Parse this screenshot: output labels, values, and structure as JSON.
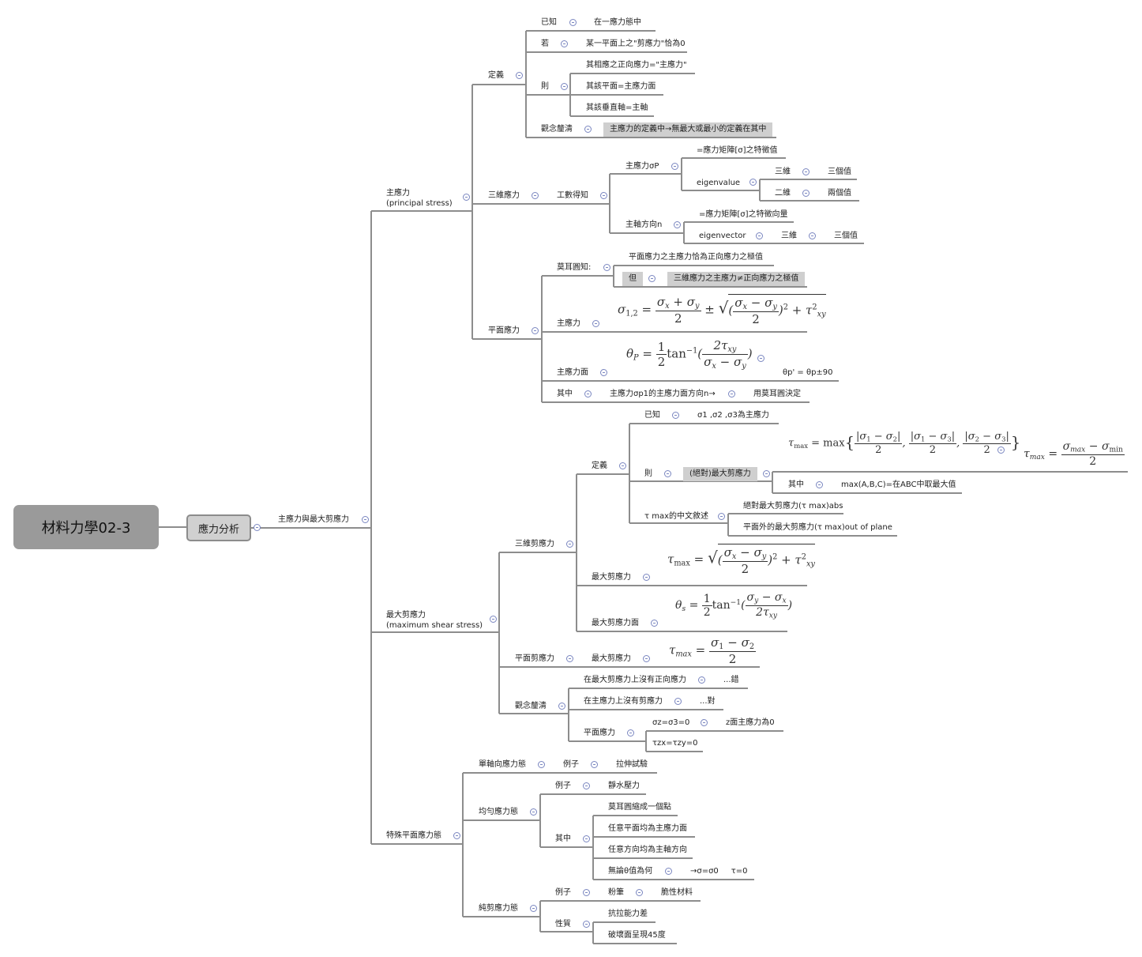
{
  "root": "材料力學02-3",
  "main": "應力分析",
  "b1": "主應力與最大剪應力",
  "ps": {
    "title1": "主應力",
    "title2": "(principal stress)",
    "def": {
      "label": "定義",
      "known": "已知",
      "known_v": "在一應力態中",
      "if": "若",
      "if_v": "某一平面上之\"剪應力\"恰為0",
      "then": "則",
      "then1": "其相應之正向應力=\"主應力\"",
      "then2": "其該平面=主應力面",
      "then3": "其該垂直軸=主軸",
      "clarify": "觀念釐清",
      "clarify_v": "主應力的定義中→無最大或最小的定義在其中"
    },
    "d3": {
      "label": "三維應力",
      "lin": "工數得知",
      "sp": "主應力σP",
      "sp1": "=應力矩陣[σ]之特徵值",
      "ev": "eigenvalue",
      "three": "三維",
      "three_v": "三個值",
      "two": "二維",
      "two_v": "兩個值",
      "axis": "主軸方向n",
      "axis1": "=應力矩陣[σ]之特徵向量",
      "evec": "eigenvector",
      "evec_3": "三維",
      "evec_3v": "三個值"
    },
    "plane": {
      "label": "平面應力",
      "mohr": "莫耳圓知:",
      "mohr1": "平面應力之主應力恰為正向應力之極值",
      "but": "但",
      "but_v": "三維應力之主應力≠正向應力之極值",
      "ps": "主應力",
      "pp": "主應力面",
      "pp_note": "θp' = θp±90",
      "other": "其中",
      "other_v": "主應力σp1的主應力面方向n→",
      "other_w": "用莫耳圓決定"
    }
  },
  "ms": {
    "title1": "最大剪應力",
    "title2": "(maximum shear stress)",
    "d3": {
      "label": "三維剪應力",
      "def": "定義",
      "known": "已知",
      "known_v": "σ1 ,σ2 ,σ3為主應力",
      "then": "則",
      "then_v": "(絕對)最大剪應力",
      "among": "其中",
      "among_v": "max(A,B,C)=在ABC中取最大值",
      "desc": "τ max的中文敘述",
      "desc1": "絕對最大剪應力(τ max)abs",
      "desc2": "平面外的最大剪應力(τ max)out of plane",
      "maxs": "最大剪應力",
      "maxp": "最大剪應力面"
    },
    "pl": {
      "label": "平面剪應力",
      "maxs": "最大剪應力"
    },
    "cl": {
      "label": "觀念釐清",
      "c1": "在最大剪應力上沒有正向應力",
      "c1v": "...錯",
      "c2": "在主應力上沒有剪應力",
      "c2v": "...對",
      "c3": "平面應力",
      "c3a": "σz=σ3=0",
      "c3av": "z面主應力為0",
      "c3b": "τzx=τzy=0"
    }
  },
  "sp": {
    "title": "特殊平面應力態",
    "uni": {
      "label": "單軸向應力態",
      "ex": "例子",
      "ex_v": "拉伸試驗"
    },
    "hyd": {
      "label": "均勻應力態",
      "ex": "例子",
      "ex_v": "靜水壓力",
      "among": "其中",
      "a1": "莫耳圓縮成一個點",
      "a2": "任意平面均為主應力面",
      "a3": "任意方向均為主軸方向",
      "a4": "無論θ值為何",
      "a4v": "→σ=σ0     τ=0"
    },
    "pure": {
      "label": "純剪應力態",
      "ex": "例子",
      "ex_v": "粉筆",
      "ex_w": "脆性材料",
      "prop": "性質",
      "p1": "抗拉能力差",
      "p2": "破壞面呈現45度"
    }
  }
}
